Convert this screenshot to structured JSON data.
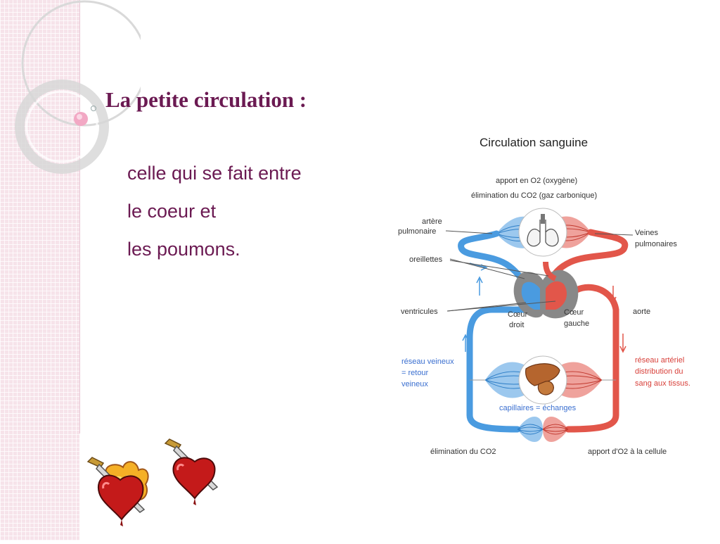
{
  "slide": {
    "title": "La petite circulation :",
    "lines": [
      "celle qui se fait entre",
      "le coeur et",
      "les poumons."
    ]
  },
  "diagram": {
    "title": "Circulation sanguine",
    "top_line1": "apport en O2 (oxygène)",
    "top_line2": "élimination du CO2 (gaz carbonique)",
    "artere_1": "artère",
    "artere_2": "pulmonaire",
    "veines_1": "Veines",
    "veines_2": "pulmonaires",
    "oreillettes": "oreillettes",
    "ventricules": "ventricules",
    "coeur_droit_1": "Cœur",
    "coeur_droit_2": "droit",
    "coeur_gauche_1": "Cœur",
    "coeur_gauche_2": "gauche",
    "aorte": "aorte",
    "reseau_veineux": [
      "réseau veineux",
      "= retour",
      "veineux"
    ],
    "reseau_arteriel": [
      "réseau artériel",
      "distribution du",
      "sang aux tissus."
    ],
    "capillaires": "capillaires = échanges",
    "bottom_left": "élimination du CO2",
    "bottom_right": "apport d'O2 à la cellule"
  },
  "colors": {
    "title_text": "#6b1a52",
    "venous_blue": "#4a9be0",
    "arterial_red": "#e2564a",
    "blue_label": "#3a6fd0",
    "red_label": "#d8403a",
    "sidebar_bg": "#f6e3ea"
  },
  "icons": [
    "lungs-icon",
    "liver-icon",
    "heart-dagger-icon"
  ]
}
